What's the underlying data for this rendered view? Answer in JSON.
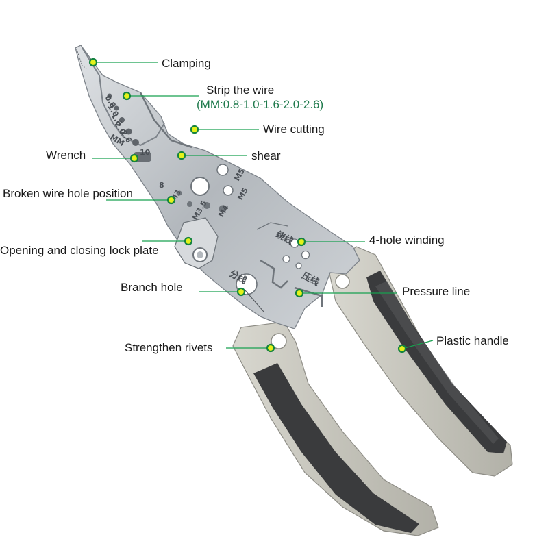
{
  "colors": {
    "leader_line": "#17a04f",
    "marker_fill": "#e4f21a",
    "marker_ring": "#15833f",
    "subtitle_text": "#1f7a4c",
    "steel": "#b9bec4",
    "handle_grip": "#c9c8bf",
    "handle_rubber": "#3a3b3d"
  },
  "labels": {
    "clamping": "Clamping",
    "strip_wire": "Strip the wire",
    "strip_wire_sizes": "(MM:0.8-1.0-1.6-2.0-2.6)",
    "wire_cutting": "Wire cutting",
    "wrench": "Wrench",
    "shear": "shear",
    "broken_wire_hole": "Broken wire hole position",
    "lock_plate": "Opening and closing lock plate",
    "four_hole_winding": "4-hole winding",
    "branch_hole": "Branch hole",
    "pressure_line": "Pressure line",
    "strengthen_rivets": "Strengthen rivets",
    "plastic_handle": "Plastic handle"
  },
  "tool_markings": {
    "gauge_sizes": [
      "0.8",
      "1.0",
      "1.6",
      "2.0",
      "2.6"
    ],
    "gauge_unit": "MM",
    "wrench_size": "10",
    "wrench_size_small": "8",
    "thread_m3": "M3",
    "thread_m35": "M3.5",
    "thread_m4": "M4",
    "thread_m5a": "M5",
    "thread_m5b": "M5",
    "winding_cn": "绕线",
    "branch_cn": "分线",
    "pressure_cn": "压线"
  }
}
